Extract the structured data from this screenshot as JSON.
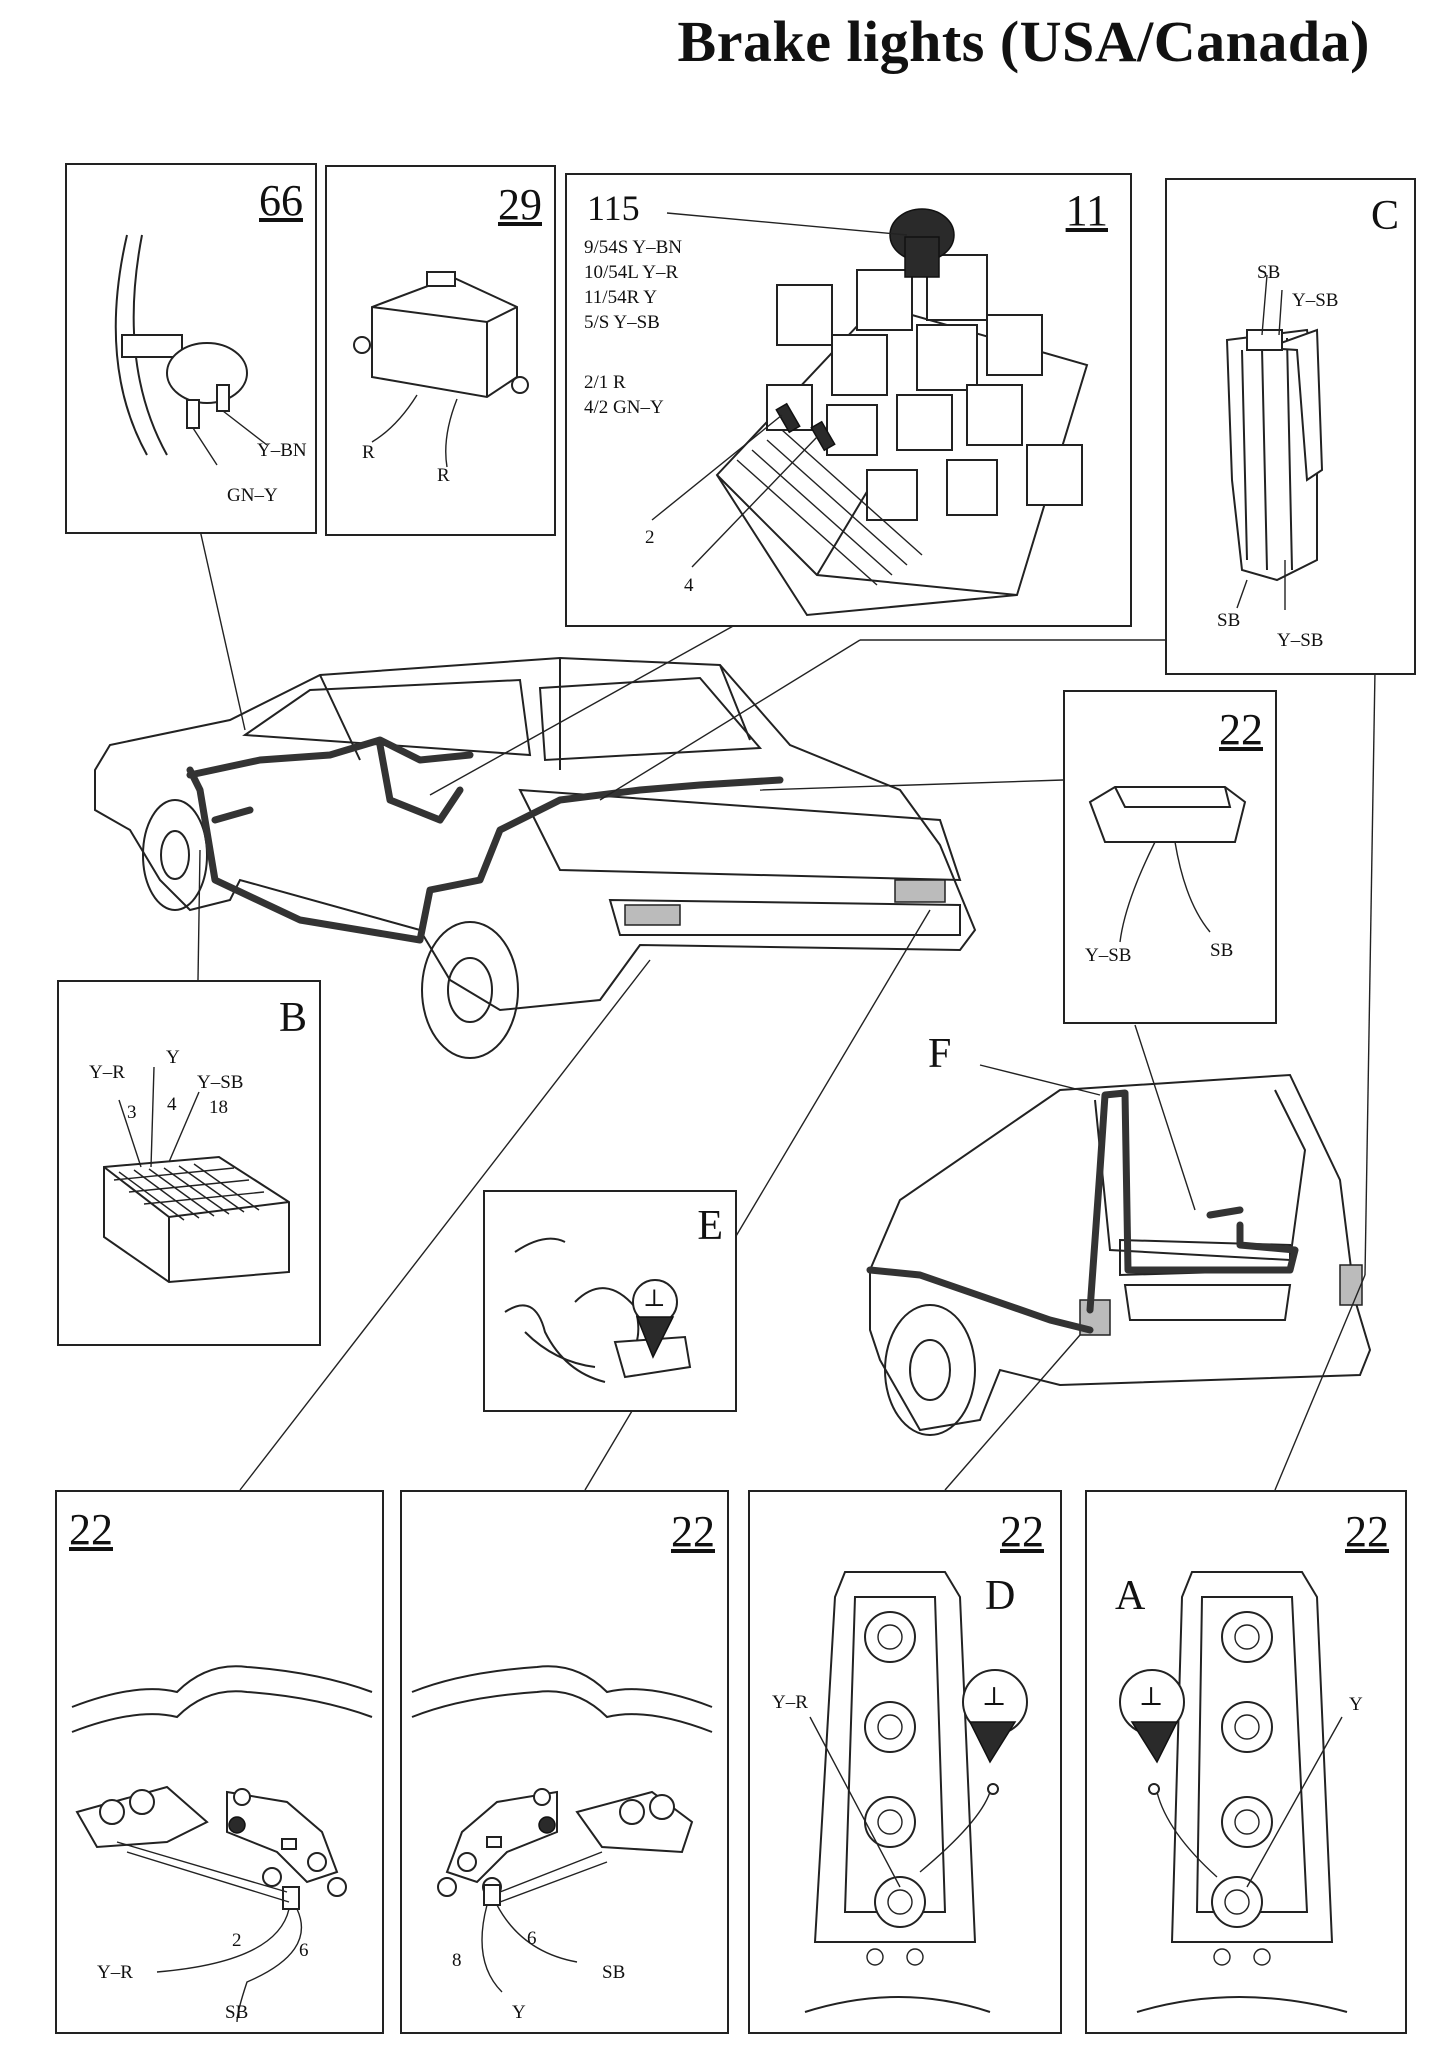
{
  "title": "Brake lights (USA/Canada)",
  "panels": {
    "p66": {
      "number": "66",
      "labels": [
        "Y–BN",
        "GN–Y"
      ]
    },
    "p29": {
      "number": "29",
      "labels": [
        "R",
        "R"
      ]
    },
    "p11": {
      "number": "11",
      "relay_number": "115",
      "relay_pins": [
        "9/54S Y–BN",
        "10/54L Y–R",
        "11/54R Y",
        "5/S Y–SB"
      ],
      "fuse_pins": [
        "2/1 R",
        "4/2 GN–Y"
      ],
      "callouts": [
        "2",
        "4"
      ]
    },
    "pC": {
      "letter": "C",
      "labels": [
        "SB",
        "Y–SB",
        "SB",
        "Y–SB"
      ]
    },
    "p22_high": {
      "number": "22",
      "labels": [
        "Y–SB",
        "SB"
      ]
    },
    "pB": {
      "letter": "B",
      "wires": [
        "Y–R",
        "Y",
        "Y–SB"
      ],
      "pins": [
        "3",
        "4",
        "18"
      ]
    },
    "pE": {
      "letter": "E",
      "symbol": "⊥"
    },
    "pF": {
      "letter": "F"
    },
    "p22_left": {
      "number": "22",
      "pins": [
        "2",
        "6"
      ],
      "wires": [
        "Y–R",
        "SB"
      ]
    },
    "p22_right": {
      "number": "22",
      "pins": [
        "8",
        "6"
      ],
      "wires": [
        "Y",
        "SB"
      ]
    },
    "p22_D": {
      "number": "22",
      "letter": "D",
      "wire": "Y–R",
      "symbol": "⊥"
    },
    "p22_A": {
      "number": "22",
      "letter": "A",
      "wire": "Y",
      "symbol": "⊥"
    }
  }
}
